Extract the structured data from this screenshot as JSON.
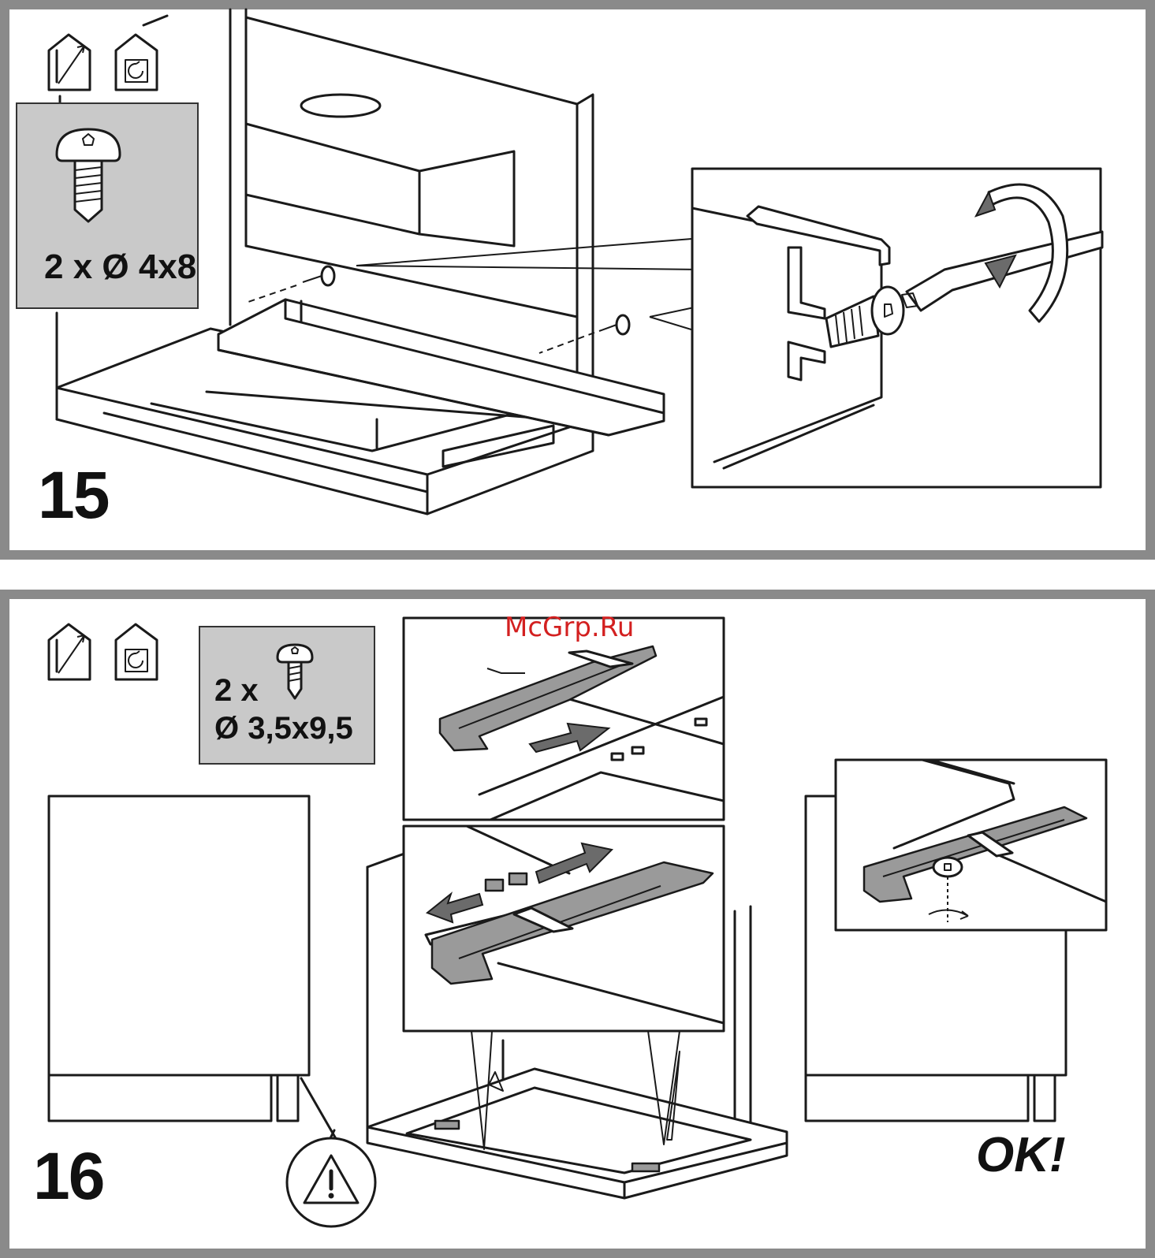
{
  "step15": {
    "number": "15",
    "screw_quantity": "2 x Ø 4x8",
    "icons": [
      "indoor-mounting-icon",
      "indoor-recirculation-icon"
    ]
  },
  "step16": {
    "number": "16",
    "screw_quantity_line1": "2 x",
    "screw_quantity_line2": "Ø 3,5x9,5",
    "result_label": "OK!",
    "icons": [
      "indoor-mounting-icon",
      "indoor-recirculation-icon",
      "warning-icon"
    ]
  },
  "watermark": "McGrp.Ru",
  "colors": {
    "panel_border": "#8a8a8a",
    "callout_fill": "#c9c9c9",
    "part_grey": "#9a9a9a",
    "watermark": "#d32020"
  }
}
